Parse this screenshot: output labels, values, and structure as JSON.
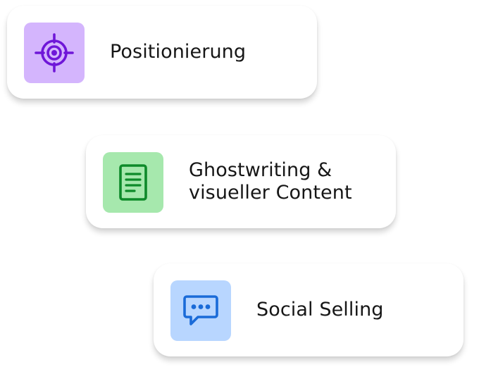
{
  "services": [
    {
      "label_lines": [
        "Positionierung"
      ],
      "icon": "target-icon",
      "tile_color": "#d4b5fd",
      "icon_color": "#6f16d8"
    },
    {
      "label_lines": [
        "Ghostwriting &",
        "visueller Content"
      ],
      "icon": "document-icon",
      "tile_color": "#a6e8ad",
      "icon_color": "#0e8a2a"
    },
    {
      "label_lines": [
        "Social Selling"
      ],
      "icon": "chat-bubble-icon",
      "tile_color": "#b8d6ff",
      "icon_color": "#1a6bd8"
    }
  ]
}
